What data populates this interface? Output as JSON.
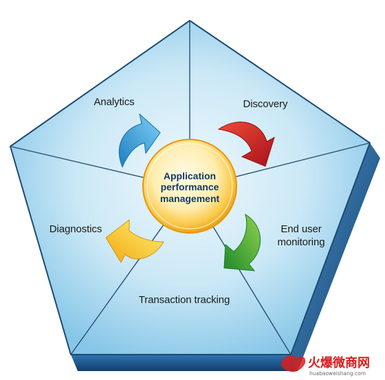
{
  "diagram": {
    "center_label_lines": [
      "Application",
      "performance",
      "management"
    ],
    "segments": [
      {
        "label_lines": [
          "Analytics"
        ],
        "arrow_color": "#3aa6de"
      },
      {
        "label_lines": [
          "Discovery"
        ],
        "arrow_color": "#d9232a"
      },
      {
        "label_lines": [
          "End user",
          "monitoring"
        ],
        "arrow_color": "#3aa535"
      },
      {
        "label_lines": [
          "Transaction tracking"
        ]
      },
      {
        "label_lines": [
          "Diagnostics"
        ],
        "arrow_color": "#f2c31b"
      }
    ],
    "colors": {
      "face_light": "#eaf6fc",
      "face_mid": "#b9def2",
      "face_dark": "#7cc0e6",
      "edge": "#1d4b70",
      "side_light": "#3a83c3",
      "side_dark": "#123e6c",
      "center_fill": "#f7b21a",
      "center_inner": "#fff3cc"
    }
  },
  "watermark": {
    "chinese_text": "火爆微商网",
    "url": "huabaoweishang.com"
  }
}
